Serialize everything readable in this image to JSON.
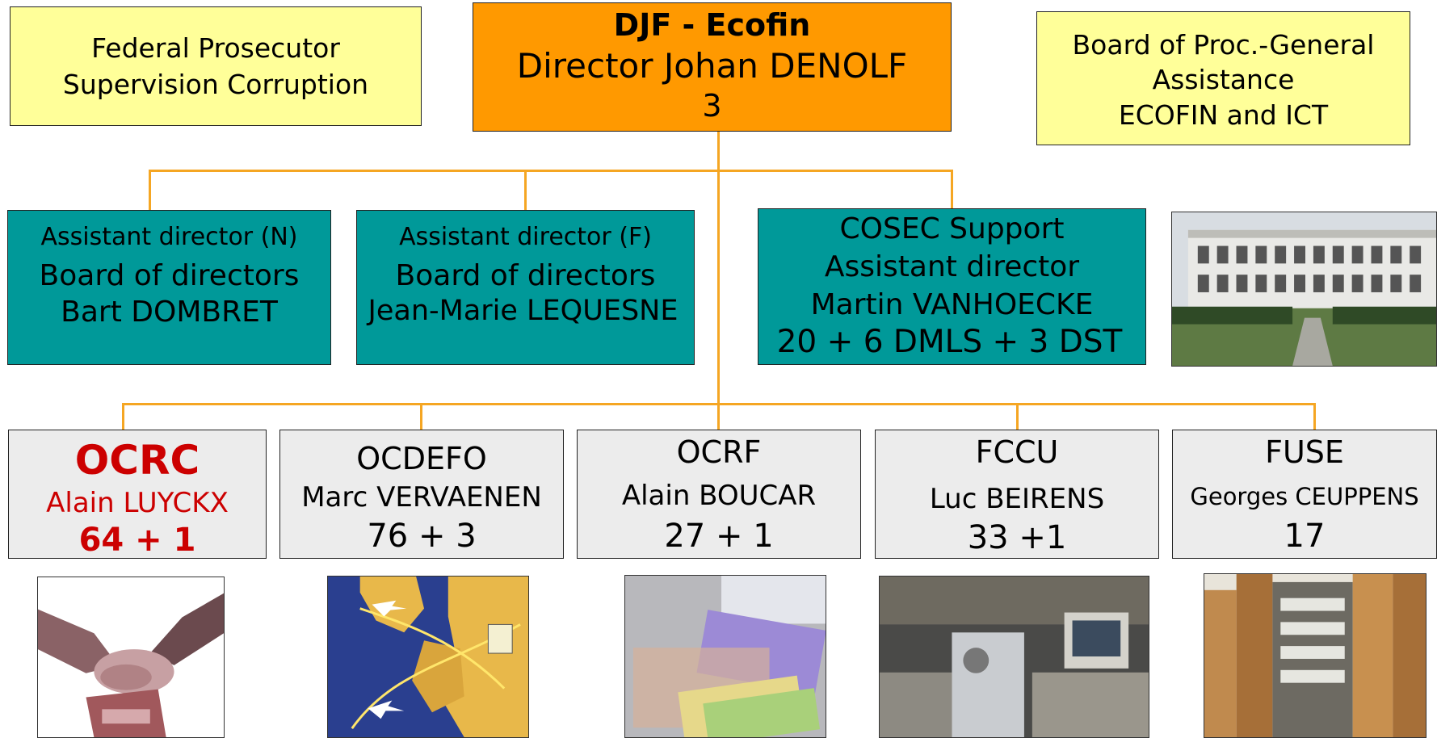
{
  "top_left": {
    "line1": "Federal Prosecutor",
    "line2": "Supervision Corruption"
  },
  "top_center": {
    "title": "DJF - Ecofin",
    "director": "Director Johan DENOLF",
    "count": "3"
  },
  "top_right": {
    "line1": "Board of Proc.-General",
    "line2": "Assistance",
    "line3": "ECOFIN and ICT"
  },
  "assistants": [
    {
      "role": "Assistant director (N)",
      "board": "Board of directors",
      "name": "Bart DOMBRET"
    },
    {
      "role": "Assistant director (F)",
      "board": "Board of directors",
      "name": "Jean-Marie LEQUESNE"
    }
  ],
  "cosec": {
    "line1": "COSEC Support",
    "line2": "Assistant director",
    "line3": "Martin VANHOECKE",
    "line4": "20 + 6 DMLS + 3 DST"
  },
  "units": [
    {
      "code": "OCRC",
      "head": "Alain LUYCKX",
      "staff": "64 + 1",
      "highlight": true
    },
    {
      "code": "OCDEFO",
      "head": "Marc VERVAENEN",
      "staff": "76 + 3"
    },
    {
      "code": "OCRF",
      "head": "Alain BOUCAR",
      "staff": "27 + 1"
    },
    {
      "code": "FCCU",
      "head": "Luc BEIRENS",
      "staff": "33 +1"
    },
    {
      "code": "FUSE",
      "head": "Georges CEUPPENS",
      "staff": "17"
    }
  ],
  "colors": {
    "connector": "#f5a623",
    "director_box": "#ff9900",
    "assistant_box": "#009999",
    "note_box": "#ffff99",
    "unit_box": "#ececec",
    "highlight_text": "#cc0000"
  }
}
